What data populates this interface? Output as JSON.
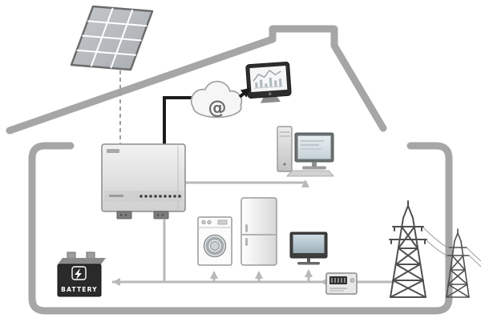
{
  "diagram": {
    "cloud_symbol": "@",
    "battery_label": "BATTERY",
    "components": [
      "house",
      "solar-panel",
      "inverter",
      "battery",
      "internet-cloud",
      "monitoring-tablet",
      "desktop-computer",
      "washing-machine",
      "refrigerator",
      "tv",
      "energy-meter",
      "grid-pylon-large",
      "grid-pylon-small"
    ],
    "flows": [
      {
        "from": "solar-panel",
        "to": "inverter",
        "style": "dashed-gray"
      },
      {
        "from": "inverter",
        "to": "internet-cloud",
        "style": "solid-black"
      },
      {
        "from": "internet-cloud",
        "to": "monitoring-tablet",
        "style": "black-arrow"
      },
      {
        "from": "inverter",
        "to": "desktop-computer",
        "style": "gray-arrow"
      },
      {
        "from": "inverter",
        "to": "battery",
        "style": "gray-arrow"
      },
      {
        "from": "power-bus",
        "to": "washing-machine",
        "style": "gray-arrow"
      },
      {
        "from": "power-bus",
        "to": "refrigerator",
        "style": "gray-arrow"
      },
      {
        "from": "power-bus",
        "to": "tv",
        "style": "gray-arrow"
      },
      {
        "from": "grid-pylons",
        "to": "energy-meter",
        "style": "line"
      },
      {
        "from": "energy-meter",
        "to": "power-bus",
        "style": "gray-arrow"
      }
    ],
    "colors": {
      "house_outline": "#a6a6a6",
      "flow_line": "#b9b9b9",
      "internet_line": "#1c1c1c",
      "pylon": "#4f4f4f",
      "battery_body": "#2a2a2a",
      "cloud_fill": "#f6f6f6"
    }
  }
}
